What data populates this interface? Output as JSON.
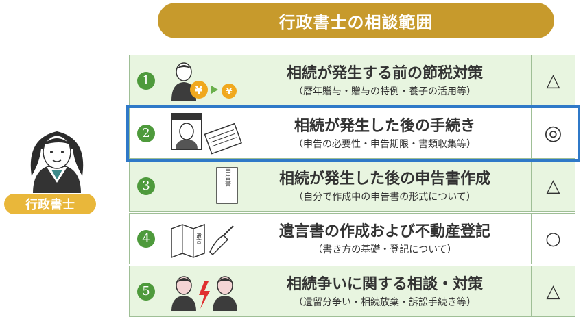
{
  "banner": {
    "title": "行政書士の相談範囲"
  },
  "person": {
    "label": "行政書士"
  },
  "rows": [
    {
      "num": "1",
      "title": "相続が発生する前の節税対策",
      "sub": "（暦年贈与・贈与の特例・養子の活用等）",
      "mark": "△"
    },
    {
      "num": "2",
      "title": "相続が発生した後の手続き",
      "sub": "（申告の必要性・申告期限・書類収集等）",
      "mark": "◎"
    },
    {
      "num": "3",
      "title": "相続が発生した後の申告書作成",
      "sub": "（自分で作成中の申告書の形式について）",
      "mark": "△"
    },
    {
      "num": "4",
      "title": "遺言書の作成および不動産登記",
      "sub": "（書き方の基礎・登記について）",
      "mark": "○"
    },
    {
      "num": "5",
      "title": "相続争いに関する相談・対策",
      "sub": "（遺留分争い・相続放棄・訴訟手続き等）",
      "mark": "△"
    }
  ],
  "icons": {
    "yen1": "¥",
    "yen2": "¥",
    "doc_text": "申告書",
    "will_text": "遺言"
  },
  "colors": {
    "banner": "#c79a2c",
    "badge": "#e9b73a",
    "green": "#4e9a3c",
    "highlight": "#2f79c8"
  }
}
